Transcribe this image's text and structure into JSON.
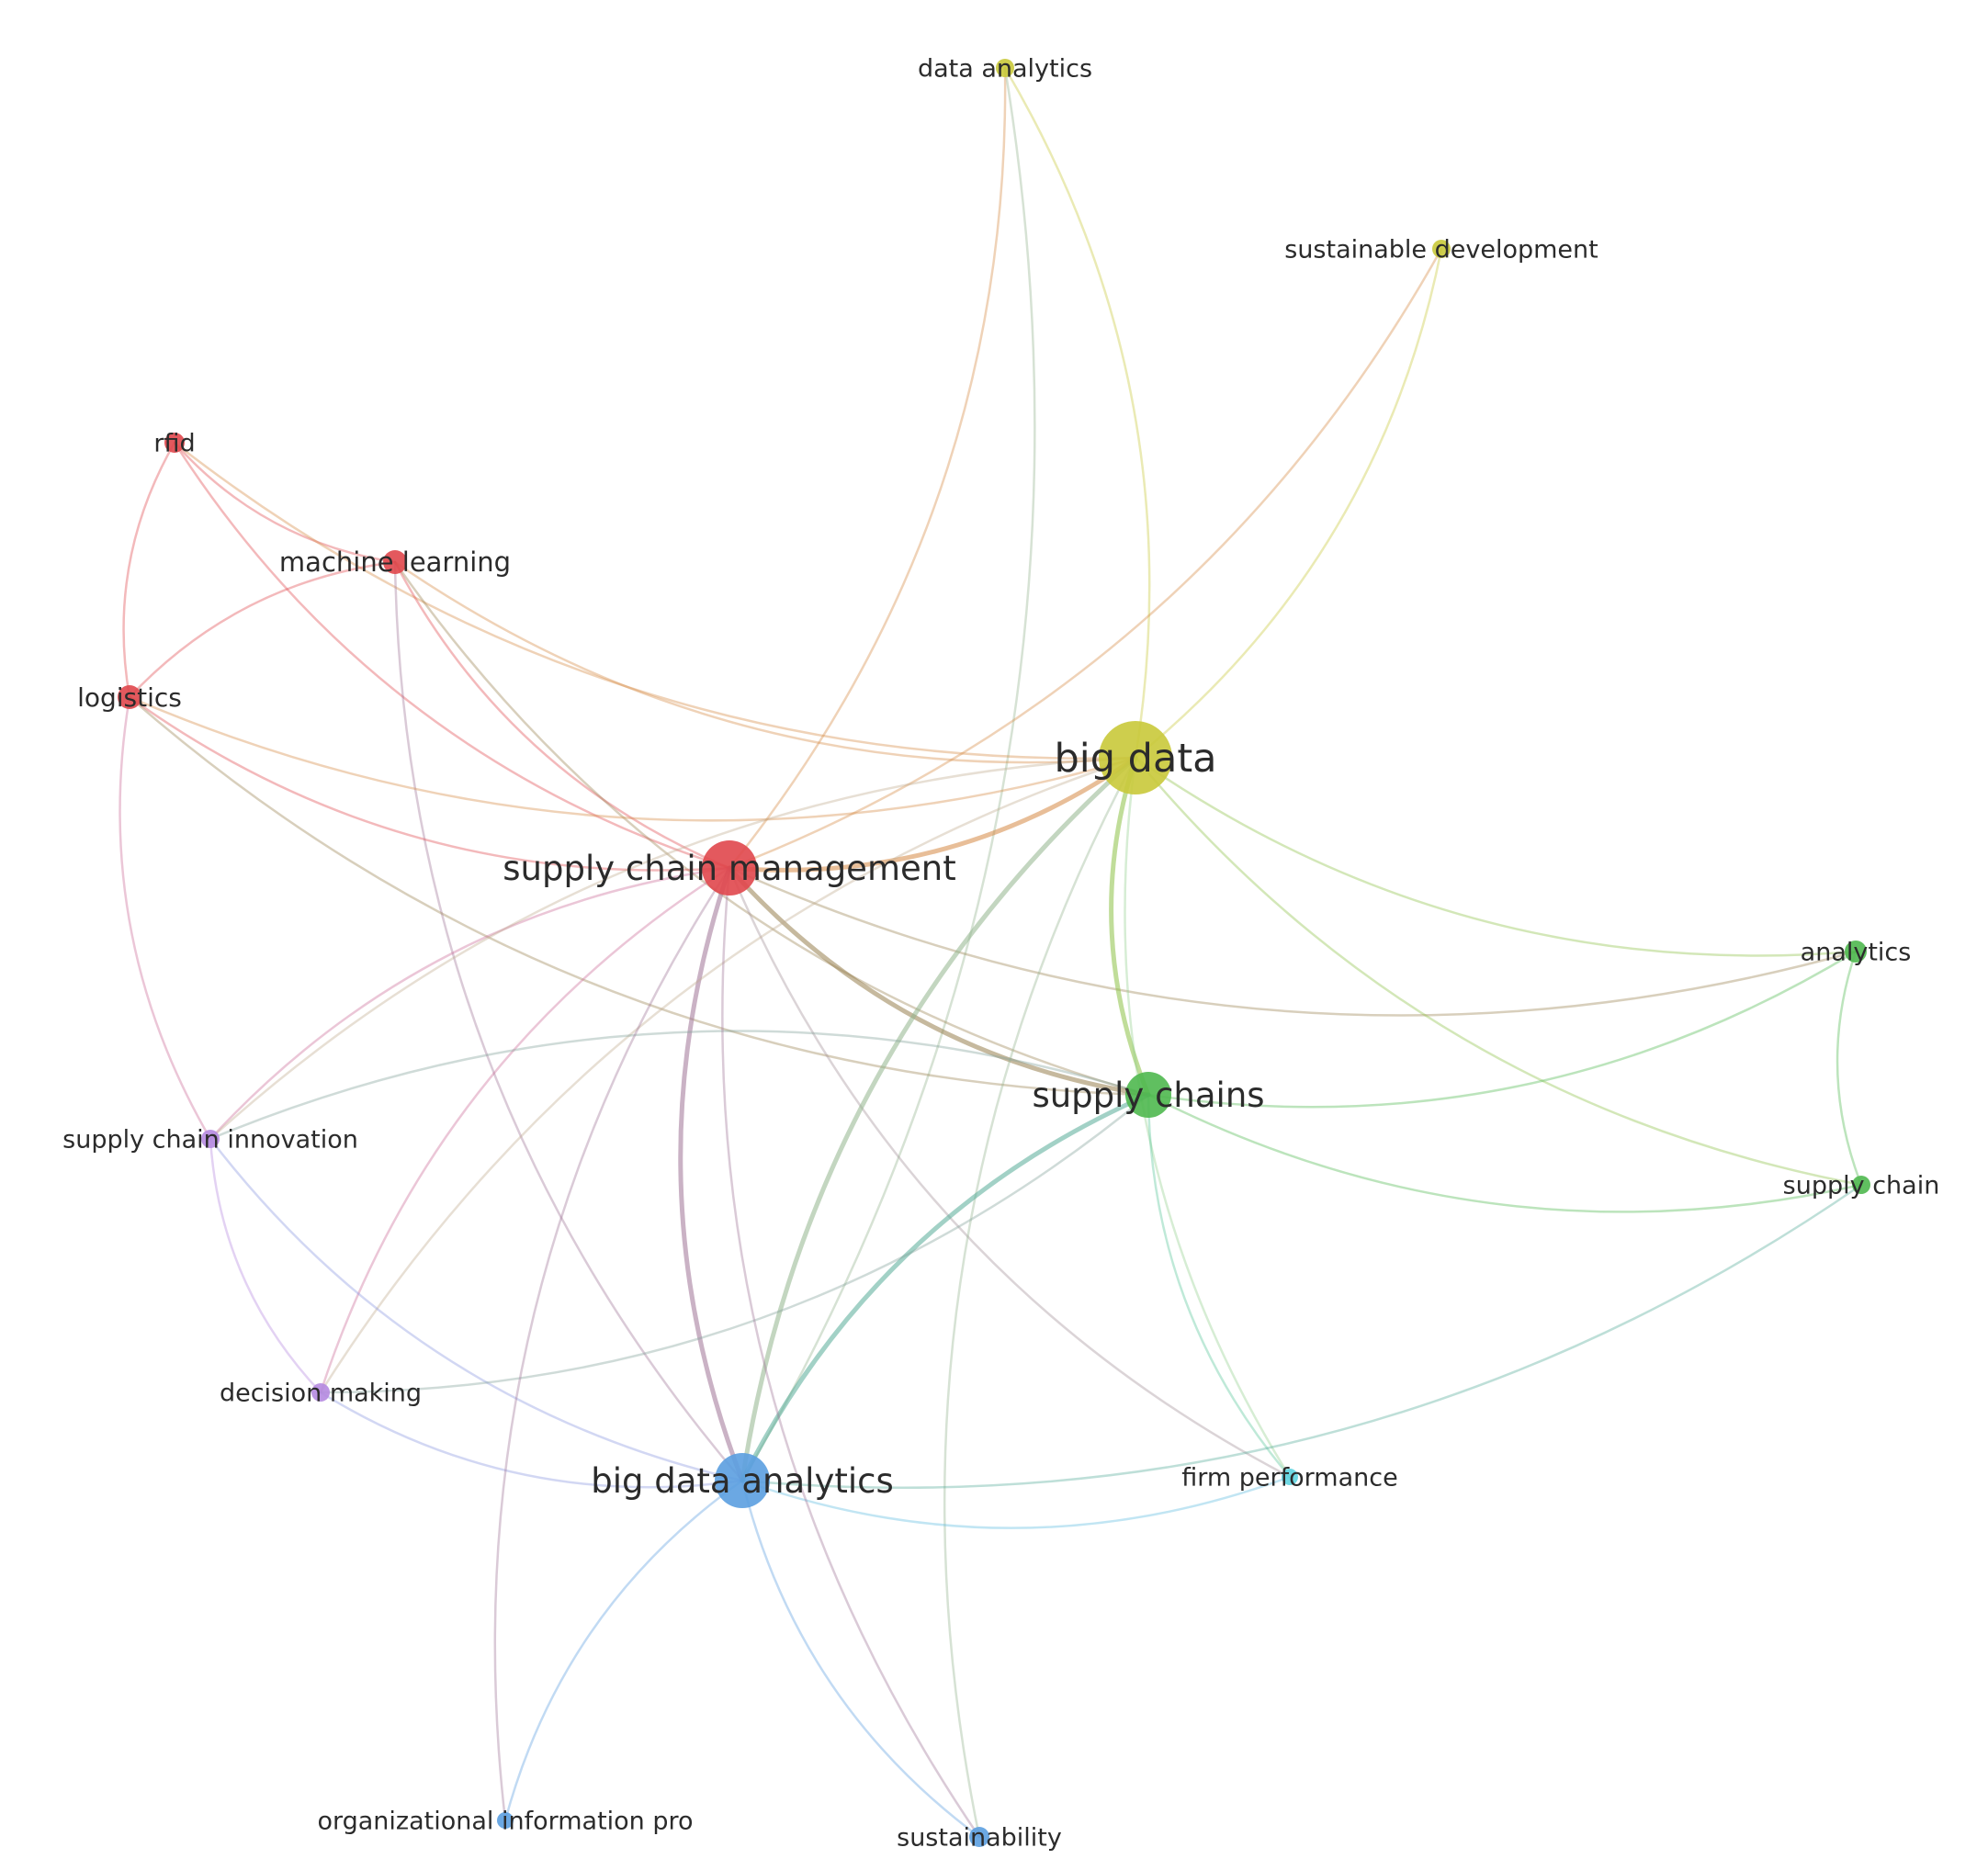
{
  "colors": {
    "red": "#e0474c",
    "yellow": "#c9c93a",
    "green": "#4fb84f",
    "blue": "#5b9fe0",
    "purple": "#b58ae0",
    "cyan": "#5fd4e0",
    "label": "#2b2b2b"
  },
  "nodes": [
    {
      "id": "data-analytics",
      "label": "data analytics",
      "cluster": "yellow"
    },
    {
      "id": "sustainable-development",
      "label": "sustainable development",
      "cluster": "yellow"
    },
    {
      "id": "big-data",
      "label": "big data",
      "cluster": "yellow"
    },
    {
      "id": "rfid",
      "label": "rfid",
      "cluster": "red"
    },
    {
      "id": "machine-learning",
      "label": "machine learning",
      "cluster": "red"
    },
    {
      "id": "logistics",
      "label": "logistics",
      "cluster": "red"
    },
    {
      "id": "supply-chain-management",
      "label": "supply chain management",
      "cluster": "red"
    },
    {
      "id": "analytics",
      "label": "analytics",
      "cluster": "green"
    },
    {
      "id": "supply-chains",
      "label": "supply chains",
      "cluster": "green"
    },
    {
      "id": "supply-chain",
      "label": "supply chain",
      "cluster": "green"
    },
    {
      "id": "supply-chain-innovation",
      "label": "supply chain innovation",
      "cluster": "purple"
    },
    {
      "id": "decision-making",
      "label": "decision making",
      "cluster": "purple"
    },
    {
      "id": "big-data-analytics",
      "label": "big data analytics",
      "cluster": "blue"
    },
    {
      "id": "firm-performance",
      "label": "firm performance",
      "cluster": "cyan"
    },
    {
      "id": "organizational-information-pro",
      "label": "organizational information pro",
      "cluster": "blue"
    },
    {
      "id": "sustainability",
      "label": "sustainability",
      "cluster": "blue"
    }
  ],
  "edges": [
    [
      "big-data",
      "data-analytics"
    ],
    [
      "supply-chain-management",
      "data-analytics"
    ],
    [
      "big-data-analytics",
      "data-analytics"
    ],
    [
      "big-data",
      "sustainable-development"
    ],
    [
      "supply-chain-management",
      "sustainable-development"
    ],
    [
      "rfid",
      "logistics"
    ],
    [
      "rfid",
      "machine-learning"
    ],
    [
      "rfid",
      "supply-chain-management"
    ],
    [
      "rfid",
      "big-data"
    ],
    [
      "machine-learning",
      "logistics"
    ],
    [
      "machine-learning",
      "supply-chain-management"
    ],
    [
      "machine-learning",
      "big-data"
    ],
    [
      "machine-learning",
      "supply-chains"
    ],
    [
      "machine-learning",
      "big-data-analytics"
    ],
    [
      "logistics",
      "big-data"
    ],
    [
      "logistics",
      "supply-chain-management"
    ],
    [
      "logistics",
      "supply-chains"
    ],
    [
      "logistics",
      "supply-chain-innovation"
    ],
    [
      "supply-chain-management",
      "big-data"
    ],
    [
      "supply-chain-management",
      "supply-chains"
    ],
    [
      "supply-chain-management",
      "analytics"
    ],
    [
      "supply-chain-management",
      "big-data-analytics"
    ],
    [
      "supply-chain-management",
      "supply-chain-innovation"
    ],
    [
      "supply-chain-management",
      "decision-making"
    ],
    [
      "supply-chain-management",
      "firm-performance"
    ],
    [
      "big-data",
      "supply-chains"
    ],
    [
      "big-data",
      "analytics"
    ],
    [
      "big-data",
      "supply-chain"
    ],
    [
      "big-data",
      "big-data-analytics"
    ],
    [
      "big-data",
      "supply-chain-innovation"
    ],
    [
      "big-data",
      "decision-making"
    ],
    [
      "big-data",
      "firm-performance"
    ],
    [
      "big-data",
      "sustainability"
    ],
    [
      "supply-chains",
      "analytics"
    ],
    [
      "supply-chains",
      "supply-chain"
    ],
    [
      "supply-chains",
      "big-data-analytics"
    ],
    [
      "supply-chains",
      "supply-chain-innovation"
    ],
    [
      "supply-chains",
      "firm-performance"
    ],
    [
      "analytics",
      "supply-chain"
    ],
    [
      "supply-chain-innovation",
      "decision-making"
    ],
    [
      "supply-chain-innovation",
      "big-data-analytics"
    ],
    [
      "decision-making",
      "big-data-analytics"
    ],
    [
      "decision-making",
      "supply-chains"
    ],
    [
      "big-data-analytics",
      "firm-performance"
    ],
    [
      "big-data-analytics",
      "organizational-information-pro"
    ],
    [
      "big-data-analytics",
      "sustainability"
    ],
    [
      "big-data-analytics",
      "supply-chain"
    ],
    [
      "supply-chain-management",
      "organizational-information-pro"
    ],
    [
      "supply-chain-management",
      "sustainability"
    ]
  ]
}
